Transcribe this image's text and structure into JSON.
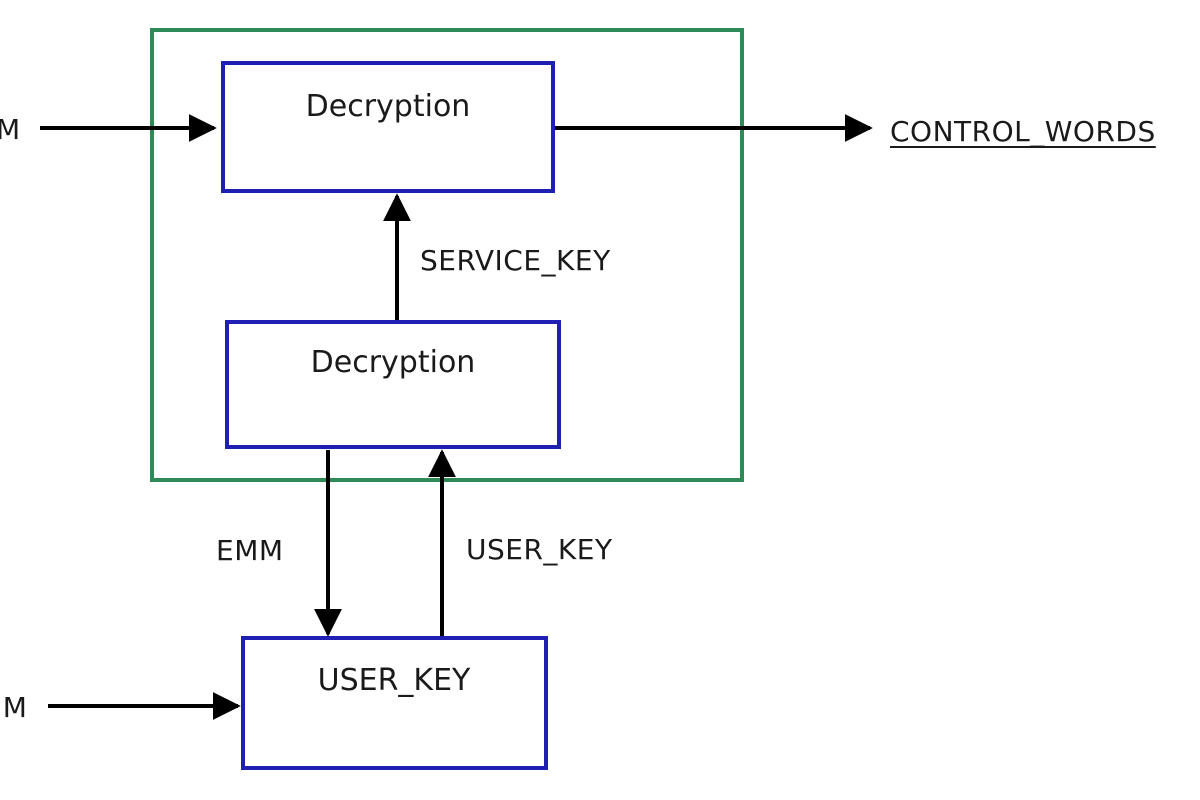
{
  "colors": {
    "container_border": "#2e8b57",
    "box_border": "#1f1fb4",
    "arrow": "#000000",
    "text": "#1a1a1a"
  },
  "nodes": {
    "decryption_top": {
      "label": "Decryption"
    },
    "decryption_bottom": {
      "label": "Decryption"
    },
    "user_key_box": {
      "label": "USER_KEY"
    }
  },
  "edges": {
    "input_top_partial": "M",
    "input_bottom_partial": "IM",
    "output": "CONTROL_WORDS",
    "service_key": "SERVICE_KEY",
    "emm": "EMM",
    "user_key": "USER_KEY"
  }
}
